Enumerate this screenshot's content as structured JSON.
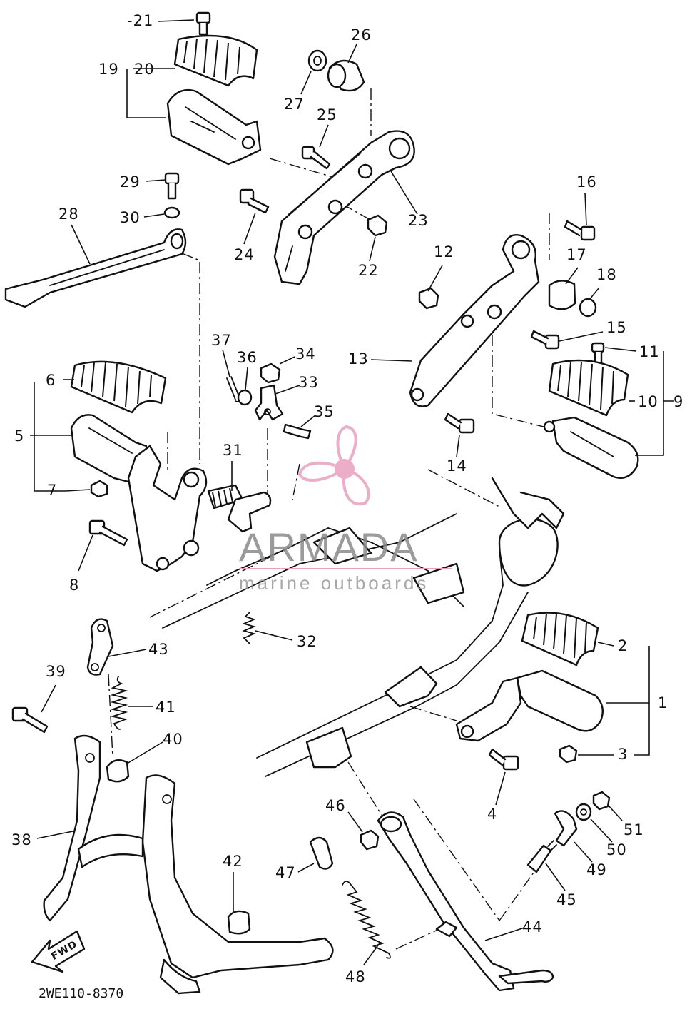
{
  "drawing_code": "2WE110-8370",
  "fwd_label": "FWD",
  "watermark": {
    "brand": "ARMADA",
    "tagline": "marine outboards",
    "accent_color": "#e8a0c0",
    "text_color": "#8a8a8a"
  },
  "callouts": [
    "-21",
    "19",
    "20",
    "26",
    "27",
    "25",
    "23",
    "29",
    "30",
    "28",
    "24",
    "22",
    "16",
    "12",
    "17",
    "18",
    "15",
    "13",
    "11",
    "10",
    "9",
    "37",
    "36",
    "34",
    "33",
    "35",
    "6",
    "5",
    "7",
    "31",
    "14",
    "8",
    "43",
    "32",
    "2",
    "1",
    "39",
    "41",
    "40",
    "3",
    "4",
    "46",
    "51",
    "50",
    "38",
    "42",
    "47",
    "49",
    "45",
    "44",
    "48"
  ]
}
